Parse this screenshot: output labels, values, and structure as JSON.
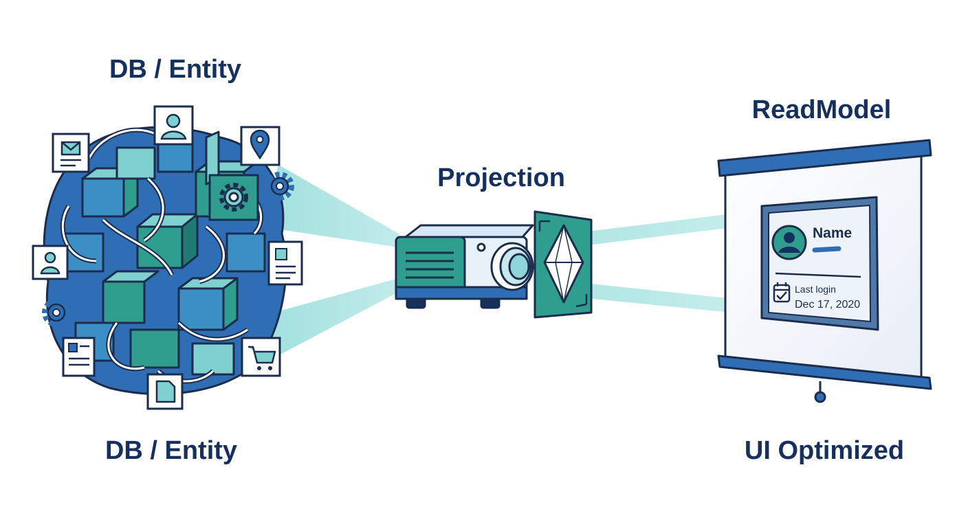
{
  "labels": {
    "db_top": "DB / Entity",
    "projection": "Projection",
    "readmodel": "ReadModel",
    "db_bottom": "DB / Entity",
    "ui_optimized": "UI Optimized"
  },
  "card": {
    "name": "Name",
    "last_login_label": "Last login",
    "last_login_date": "Dec 17, 2020"
  },
  "icons": {
    "entity_cluster": [
      "mail-icon",
      "user-icon",
      "location-pin-icon",
      "gear-icon",
      "document-icon",
      "shopping-cart-icon",
      "file-icon"
    ],
    "projector": "projector-icon",
    "lens": "prism-lens-icon",
    "screen": "projection-screen-icon",
    "card_avatar": "avatar-icon",
    "card_calendar": "calendar-check-icon"
  },
  "colors": {
    "navy": "#15305e",
    "blue": "#2f6db5",
    "teal": "#2f9e8f",
    "light_teal": "#7fd1cf",
    "outline": "#1b2c4c",
    "beam": "#8fdbd8"
  }
}
